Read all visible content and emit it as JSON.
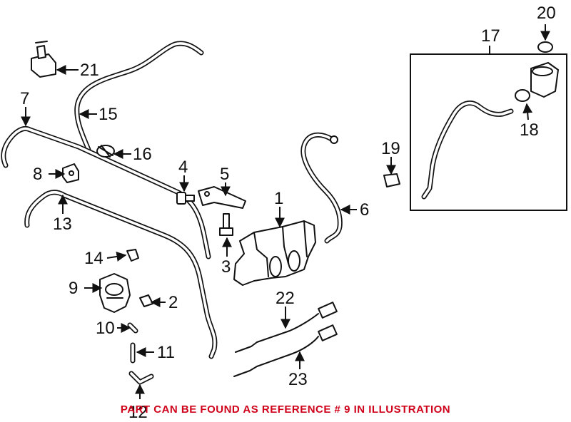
{
  "callouts": {
    "c1": "1",
    "c2": "2",
    "c3": "3",
    "c4": "4",
    "c5": "5",
    "c6": "6",
    "c7": "7",
    "c8": "8",
    "c9": "9",
    "c10": "10",
    "c11": "11",
    "c12": "12",
    "c13": "13",
    "c14": "14",
    "c15": "15",
    "c16": "16",
    "c17": "17",
    "c18": "18",
    "c19": "19",
    "c20": "20",
    "c21": "21",
    "c22": "22",
    "c23": "23"
  },
  "footer_note": "PART CAN BE FOUND AS REFERENCE # 9 IN ILLUSTRATION",
  "colors": {
    "line": "#111111",
    "note": "#d0021b",
    "background": "#ffffff"
  }
}
